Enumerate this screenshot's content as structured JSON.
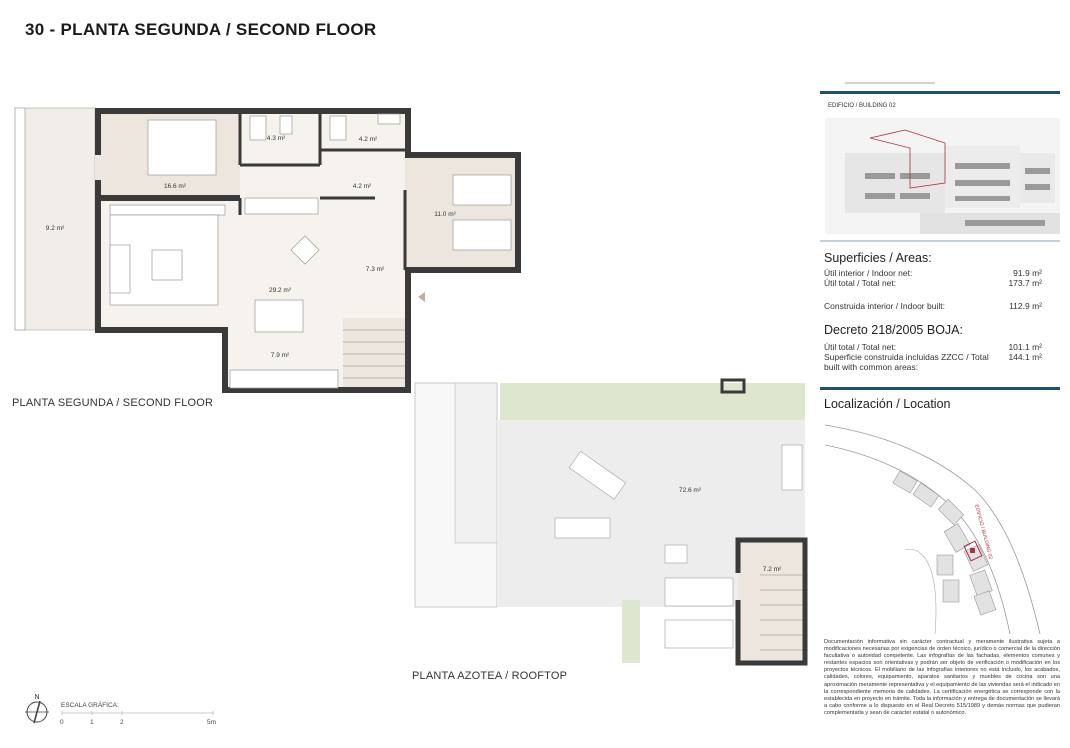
{
  "title": "30 - PLANTA SEGUNDA / SECOND FLOOR",
  "second_floor": {
    "label": "PLANTA SEGUNDA / SECOND FLOOR",
    "rooms": {
      "terrace": "9.2 m²",
      "bedroom_main": "16.6 m²",
      "bath_1": "4.3 m²",
      "bath_2": "4.2 m²",
      "hall": "4.2 m²",
      "bedroom_2": "11.0 m²",
      "living": "29.2 m²",
      "entrance": "7.3 m²",
      "kitchen": "7.9 m²"
    }
  },
  "rooftop": {
    "label": "PLANTA AZOTEA / ROOFTOP",
    "rooms": {
      "terrace": "72.6 m²",
      "stair": "7.2 m²"
    }
  },
  "scale": {
    "north": "N",
    "label": "ESCALA GRÁFICA:",
    "ticks": [
      "0",
      "1",
      "2",
      "5m"
    ]
  },
  "side": {
    "building_label": "EDIFICIO / BUILDING 02",
    "areas_title": "Superficies / Areas:",
    "areas": [
      {
        "label": "Útil interior / Indoor net:",
        "value": "91.9 m²"
      },
      {
        "label": "Útil total / Total net:",
        "value": "173.7 m²"
      },
      {
        "label": "Construida interior / Indoor built:",
        "value": "112.9 m²"
      }
    ],
    "decree_title": "Decreto 218/2005 BOJA:",
    "decree": [
      {
        "label": "Útil total / Total net:",
        "value": "101.1 m²"
      },
      {
        "label": "Superficie construida incluidas ZZCC / Total built with common areas:",
        "value": "144.1 m²"
      }
    ],
    "location_title": "Localización / Location",
    "map_label": "EDIFICIO / BUILDING 02",
    "disclaimer": "Documentación informativa sin carácter contractual y meramente ilustrativa sujeta a modificaciones necesarias por exigencias de orden técnico, jurídico o comercial de la dirección facultativa o autoridad competente. Las infografías de las fachadas, elementos comunes y restantes espacios son orientativas y podrán ser objeto de verificación o modificación en los proyectos técnicos. El mobiliario de las infografías interiores no está incluido, los acabados, calidades, colores, equipamiento, aparatos sanitarios y muebles de cocina son una aproximación meramente representativa y el equipamiento de las viviendas será el indicado en la correspondiente memoria de calidades. La certificación energética se corresponde con la establecida en proyecto en trámite. Toda la información y entrega de documentación se llevará a cabo conforme a lo dispuesto en el Real Decreto 515/1989 y demás normas que pudieran complementarla y sean de carácter estatal o autonómico."
  },
  "colors": {
    "accent_rule": "#1f4e79",
    "wall": "#3a3a3a",
    "floor": "#ece6df",
    "green": "#dfe6cf",
    "highlight": "#b03040"
  }
}
